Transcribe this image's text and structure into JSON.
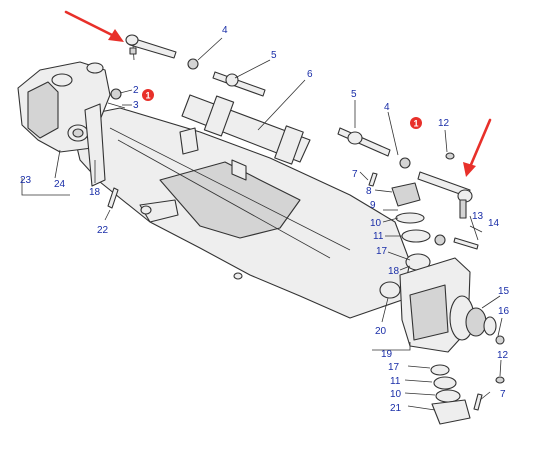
{
  "colors": {
    "callout_text": "#1a2ea8",
    "arrow": "#e8302a",
    "badge": "#e8302a",
    "line": "#333333",
    "part_fill": "#eeeeee",
    "background": "#ffffff"
  },
  "badges": [
    "1",
    "1"
  ],
  "callouts": {
    "c4a": "4",
    "c5a": "5",
    "c6": "6",
    "c2": "2",
    "c3": "3",
    "c23": "23",
    "c24": "24",
    "c18a": "18",
    "c22": "22",
    "c5b": "5",
    "c4b": "4",
    "c12a": "12",
    "c7a": "7",
    "c8": "8",
    "c9": "9",
    "c10a": "10",
    "c11a": "11",
    "c17a": "17",
    "c18b": "18",
    "c13": "13",
    "c14": "14",
    "c20": "20",
    "c19": "19",
    "c15": "15",
    "c16": "16",
    "c12b": "12",
    "c17b": "17",
    "c11b": "11",
    "c10b": "10",
    "c7b": "7",
    "c21": "21"
  }
}
